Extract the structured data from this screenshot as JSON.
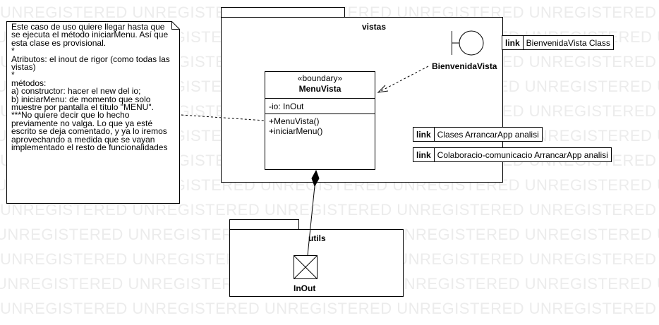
{
  "watermark": "UNREGISTERED UNREGISTERED UNREGISTERED UNREGISTERED UNREGISTERED UNREGISTERED",
  "note": {
    "text": "Este caso de uso quiere llegar hasta que se ejecuta el método iniciarMenu. Así que esta clase es provisional.\n*\nAtributos: el inout de rigor (como todas las vistas)\n*\nmétodos:\na) constructor: hacer el new del io;\nb) iniciarMenu: de momento que solo muestre por pantalla el título \"MENU\".\n***No quiere decir que lo hecho previamente no valga. Lo que ya esté escrito se deja comentado, y ya lo iremos aprovechando a medida que se vayan implementado el resto de funcionalidades"
  },
  "packages": {
    "vistas": {
      "name": "vistas"
    },
    "utils": {
      "name": "utils"
    }
  },
  "boundary": {
    "name": "BienvenidaVista",
    "icon": "boundary-icon"
  },
  "menu_vista": {
    "stereotype": "«boundary»",
    "name": "MenuVista",
    "attributes": [
      "-io: InOut"
    ],
    "operations": [
      "+MenuVista()",
      "+iniciarMenu()"
    ]
  },
  "inout": {
    "name": "InOut",
    "icon": "class-icon"
  },
  "links": [
    {
      "keyword": "link",
      "name": "BienvenidaVista Class"
    },
    {
      "keyword": "link",
      "name": "Clases ArrancarApp analisi"
    },
    {
      "keyword": "link",
      "name": "Colaboracio-comunicacio ArrancarApp  analisi"
    }
  ],
  "colors": {
    "line": "#000000",
    "background": "#ffffff",
    "watermark": "#ececec"
  }
}
